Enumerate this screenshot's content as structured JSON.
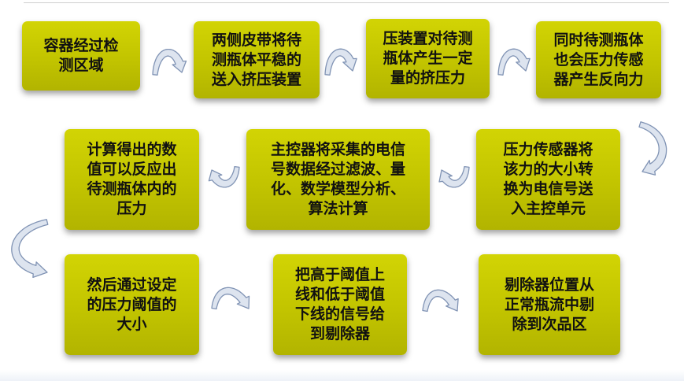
{
  "colors": {
    "box_fill": "#c6c800",
    "arrow_fill": "#dde4ef",
    "arrow_stroke": "#8093b4",
    "text": "#111111"
  },
  "steps": [
    {
      "text": "容器经过检\n测区域"
    },
    {
      "text": "两侧皮带将待\n测瓶体平稳的\n送入挤压装置"
    },
    {
      "text": "压装置对待测\n瓶体产生一定\n量的挤压力"
    },
    {
      "text": "同时待测瓶体\n也会压力传感\n器产生反向力"
    },
    {
      "text": "压力传感器将\n该力的大小转\n换为电信号送\n入主控单元"
    },
    {
      "text": "主控器将采集的电信\n号数据经过滤波、量\n化、数学模型分析、\n算法计算"
    },
    {
      "text": "计算得出的数\n值可以反应出\n待测瓶体内的\n压力"
    },
    {
      "text": "然后通过设定\n的压力阈值的\n大小"
    },
    {
      "text": "把高于阈值上\n线和低于阈值\n下线的信号给\n到剔除器"
    },
    {
      "text": "剔除器位置从\n正常瓶流中剔\n除到次品区"
    }
  ]
}
